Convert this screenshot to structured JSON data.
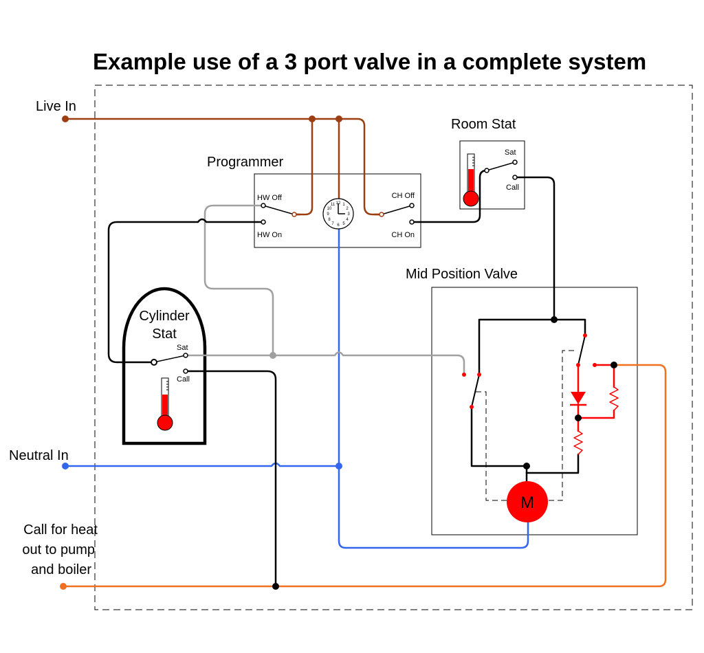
{
  "title": "Example use of a 3 port valve in a complete system",
  "inputs": {
    "live": "Live In",
    "neutral": "Neutral In",
    "call_line1": "Call for heat",
    "call_line2": "out to pump",
    "call_line3": "and boiler"
  },
  "programmer": {
    "title": "Programmer",
    "hw_off": "HW Off",
    "hw_on": "HW On",
    "ch_off": "CH Off",
    "ch_on": "CH On",
    "clock_numbers": [
      "12",
      "1",
      "2",
      "3",
      "4",
      "5",
      "6",
      "7",
      "8",
      "9",
      "10",
      "11"
    ]
  },
  "room_stat": {
    "title": "Room Stat",
    "sat": "Sat",
    "call": "Call"
  },
  "cylinder_stat": {
    "title_line1": "Cylinder",
    "title_line2": "Stat",
    "sat": "Sat",
    "call": "Call"
  },
  "valve": {
    "title": "Mid Position Valve",
    "motor_label": "M"
  },
  "colors": {
    "live": "#9b3f12",
    "neutral": "#3366ee",
    "call_out": "#f07020",
    "sat": "#a0a0a0",
    "switched": "#000000",
    "valve_internal": "#ff0000",
    "thermo_red": "#ff0000"
  }
}
